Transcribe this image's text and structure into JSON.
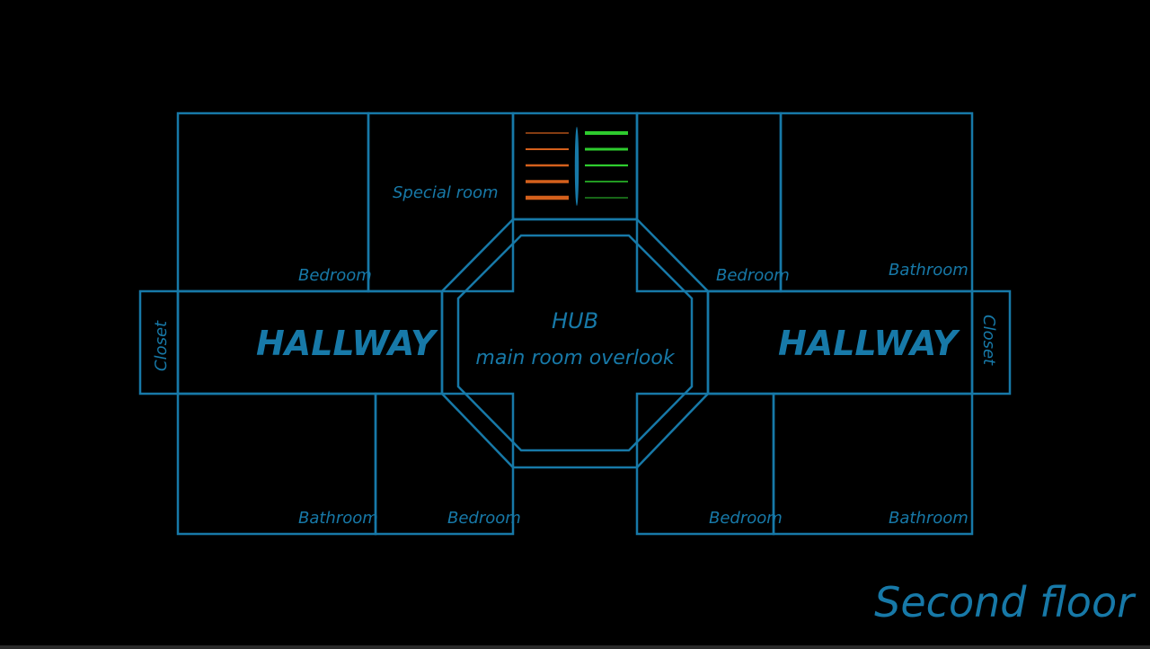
{
  "colors": {
    "background": "#000000",
    "wall": "#1779a8",
    "text": "#1779a8",
    "stairs_up": "#d4601c",
    "stairs_down": "#2ecc2e"
  },
  "rooms": {
    "top_left_bedroom": "Bedroom",
    "special_room": "Special room",
    "top_right_bedroom": "Bedroom",
    "top_right_bathroom": "Bathroom",
    "bottom_left_bathroom": "Bathroom",
    "bottom_left_bedroom": "Bedroom",
    "bottom_right_bedroom": "Bedroom",
    "bottom_right_bathroom": "Bathroom",
    "left_hallway": "HALLWAY",
    "right_hallway": "HALLWAY",
    "left_closet": "Closet",
    "right_closet": "Closet"
  },
  "hub": {
    "title": "HUB",
    "subtitle": "main room overlook"
  },
  "floor_title": "Second floor",
  "icons": {
    "stairs": "staircase-icon"
  }
}
